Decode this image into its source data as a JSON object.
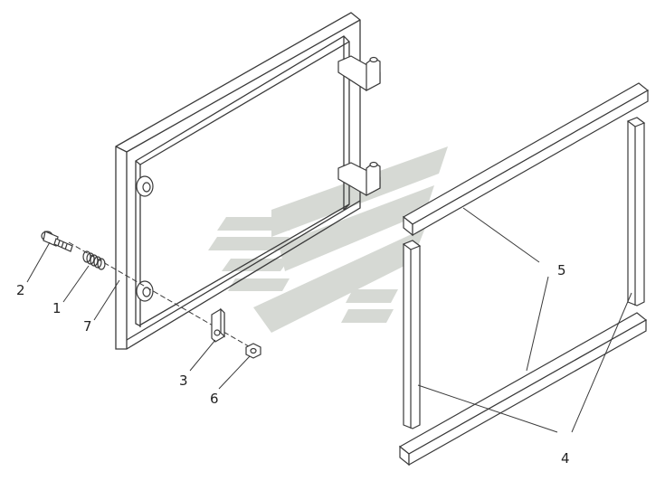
{
  "callouts": {
    "c1": "1",
    "c2": "2",
    "c3": "3",
    "c4": "4",
    "c5": "5",
    "c6": "6",
    "c7": "7"
  },
  "colors": {
    "line": "#3a3a3a",
    "watermark": "#d6d9d4"
  }
}
